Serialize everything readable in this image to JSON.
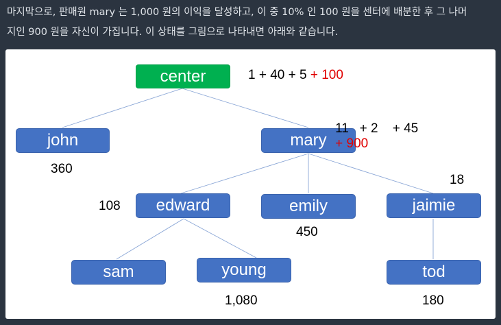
{
  "intro": {
    "line1": "마지막으로, 판매원 mary 는 1,000 원의 이익을 달성하고, 이 중 10% 인 100 원을 센터에 배분한 후 그 나머",
    "line2": "지인 900 원을 자신이 가집니다. 이 상태를 그림으로 나타내면 아래와 같습니다."
  },
  "colors": {
    "root": "#00b050",
    "node": "#4472c4",
    "highlight": "#e00000",
    "edge": "#8aa6d6"
  },
  "nodes": {
    "center": "center",
    "john": "john",
    "mary": "mary",
    "edward": "edward",
    "emily": "emily",
    "jaimie": "jaimie",
    "sam": "sam",
    "young": "young",
    "tod": "tod"
  },
  "labels": {
    "center_sum": "1 + 40 + 5",
    "center_add": "+ 100",
    "mary_sum": "11   + 2    + 45",
    "mary_add": "+ 900",
    "john": "360",
    "edward": "108",
    "emily": "450",
    "jaimie": "18",
    "young": "1,080",
    "tod": "180"
  }
}
